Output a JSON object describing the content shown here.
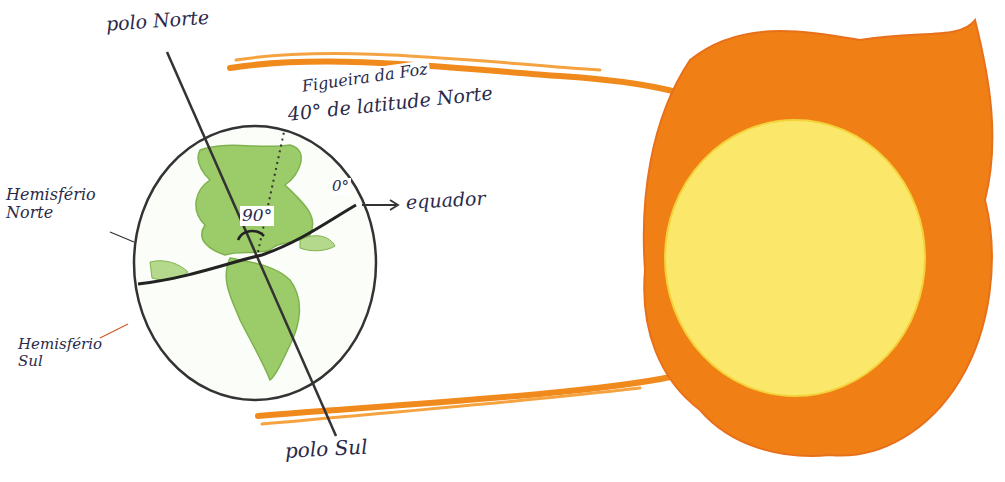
{
  "diagram": {
    "labels": [
      "polo Norte",
      "Figueira da Foz",
      "40° de latitude Norte",
      "90°",
      "0°",
      "equador",
      "Hemisfério Norte",
      "Hemisfério Sul",
      "polo Sul"
    ]
  }
}
